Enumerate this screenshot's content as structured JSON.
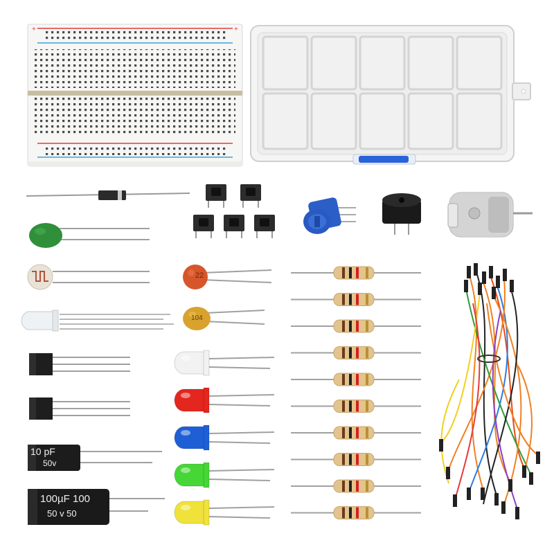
{
  "scene": {
    "background": "#ffffff",
    "items": [
      {
        "name": "breadboard"
      },
      {
        "name": "storage-box"
      },
      {
        "name": "diode"
      },
      {
        "name": "push-buttons",
        "count": 5
      },
      {
        "name": "potentiometer"
      },
      {
        "name": "buzzer"
      },
      {
        "name": "dc-motor"
      },
      {
        "name": "varistor"
      },
      {
        "name": "photoresistor"
      },
      {
        "name": "rgb-led"
      },
      {
        "name": "transistors",
        "count": 2
      },
      {
        "name": "ceramic-capacitors",
        "count": 2
      },
      {
        "name": "leds",
        "count": 5,
        "colors": [
          "#f2f2f2",
          "#e3261e",
          "#1f5fd6",
          "#46d636",
          "#f0e23a"
        ]
      },
      {
        "name": "resistors",
        "count": 10
      },
      {
        "name": "jumper-wires"
      }
    ]
  },
  "labels": {
    "ceramic_cap_1": "22",
    "ceramic_cap_2": "104",
    "cap_small_value": "10 pF",
    "cap_small_voltage": "50v",
    "cap_large_value": "100µF 100",
    "cap_large_voltage": "50 v  50"
  },
  "colors": {
    "breadboard_red_rail": "#e23b3b",
    "breadboard_blue_rail": "#3aa0e0",
    "box_clasp": "#2a63d8",
    "potentiometer": "#2b5fc7",
    "resistor_body": "#e3c48e",
    "wire_orange": "#f08020",
    "wire_black": "#222222"
  }
}
